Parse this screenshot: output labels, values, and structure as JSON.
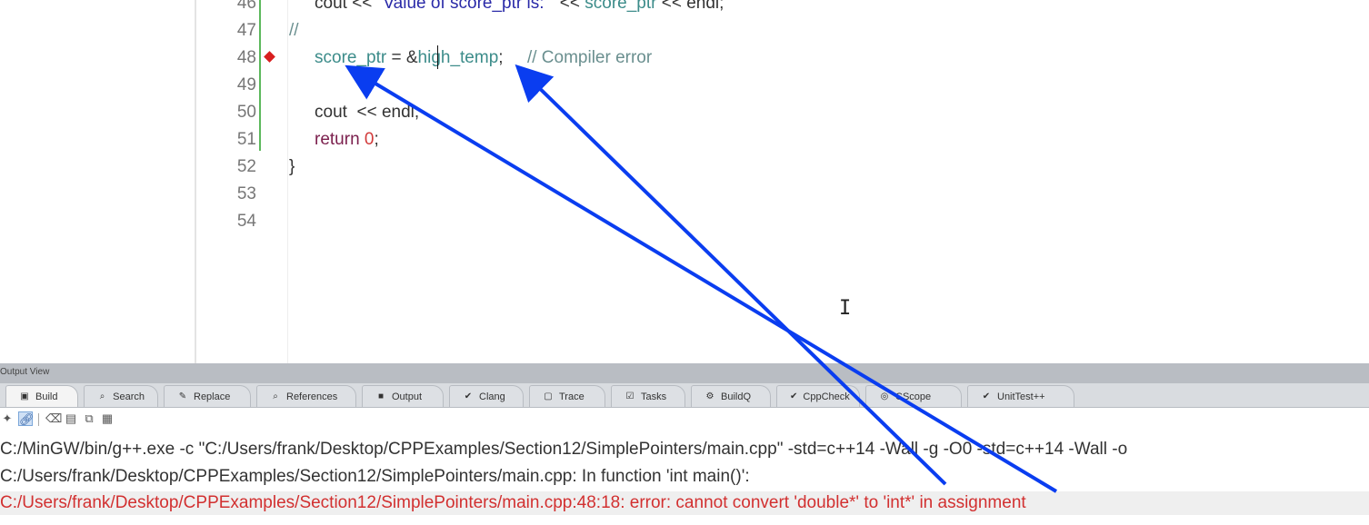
{
  "editor": {
    "lines": [
      {
        "num": "46",
        "tokens": [
          {
            "t": "cout << ",
            "c": "tk-op"
          },
          {
            "t": "\"Value of score_ptr is: \"",
            "c": "tk-str"
          },
          {
            "t": " << ",
            "c": "tk-op"
          },
          {
            "t": "score_ptr",
            "c": "tk-id"
          },
          {
            "t": " << endl;",
            "c": "tk-op"
          }
        ]
      },
      {
        "num": "47",
        "edge": true,
        "tokens": [
          {
            "t": "//",
            "c": "tk-cm"
          }
        ]
      },
      {
        "num": "48",
        "tokens": [
          {
            "t": "score_ptr",
            "c": "tk-id"
          },
          {
            "t": " = &",
            "c": "tk-op"
          },
          {
            "t": "high_temp",
            "c": "tk-id"
          },
          {
            "t": ";     ",
            "c": "tk-op"
          },
          {
            "t": "// Compiler error",
            "c": "tk-cm"
          }
        ]
      },
      {
        "num": "49",
        "tokens": []
      },
      {
        "num": "50",
        "tokens": [
          {
            "t": "cout  << endl;",
            "c": "tk-op"
          }
        ]
      },
      {
        "num": "51",
        "tokens": [
          {
            "t": "return ",
            "c": "tk-kw"
          },
          {
            "t": "0",
            "c": "tk-num"
          },
          {
            "t": ";",
            "c": "tk-op"
          }
        ]
      },
      {
        "num": "52",
        "edge": true,
        "tokens": [
          {
            "t": "}",
            "c": "tk-op"
          }
        ]
      },
      {
        "num": "53",
        "tokens": []
      },
      {
        "num": "54",
        "tokens": []
      }
    ]
  },
  "output_panel": {
    "title": "Output View",
    "tabs": [
      {
        "label": "Build",
        "icon": "▣",
        "icon_name": "build-icon",
        "active": true
      },
      {
        "label": "Search",
        "icon": "⌕",
        "icon_name": "search-icon"
      },
      {
        "label": "Replace",
        "icon": "✎",
        "icon_name": "replace-icon"
      },
      {
        "label": "References",
        "icon": "⌕",
        "icon_name": "references-icon"
      },
      {
        "label": "Output",
        "icon": "■",
        "icon_name": "output-icon"
      },
      {
        "label": "Clang",
        "icon": "✔",
        "icon_name": "clang-icon"
      },
      {
        "label": "Trace",
        "icon": "▢",
        "icon_name": "trace-icon"
      },
      {
        "label": "Tasks",
        "icon": "☑",
        "icon_name": "tasks-icon"
      },
      {
        "label": "BuildQ",
        "icon": "⚙",
        "icon_name": "buildq-icon"
      },
      {
        "label": "CppCheck",
        "icon": "✔",
        "icon_name": "cppcheck-icon"
      },
      {
        "label": "CScope",
        "icon": "◎",
        "icon_name": "cscope-icon"
      },
      {
        "label": "UnitTest++",
        "icon": "✔",
        "icon_name": "unittest-icon"
      }
    ],
    "lines": [
      "C:/MinGW/bin/g++.exe  -c  \"C:/Users/frank/Desktop/CPPExamples/Section12/SimplePointers/main.cpp\" -std=c++14 -Wall -g -O0 -std=c++14 -Wall  -o",
      "C:/Users/frank/Desktop/CPPExamples/Section12/SimplePointers/main.cpp: In function 'int main()':",
      "C:/Users/frank/Desktop/CPPExamples/Section12/SimplePointers/main.cpp:48:18: error: cannot convert 'double*' to 'int*' in assignment"
    ]
  },
  "colors": {
    "arrow": "#0a3df0",
    "error_text": "#d23030",
    "change_bar": "#5cb85c"
  }
}
